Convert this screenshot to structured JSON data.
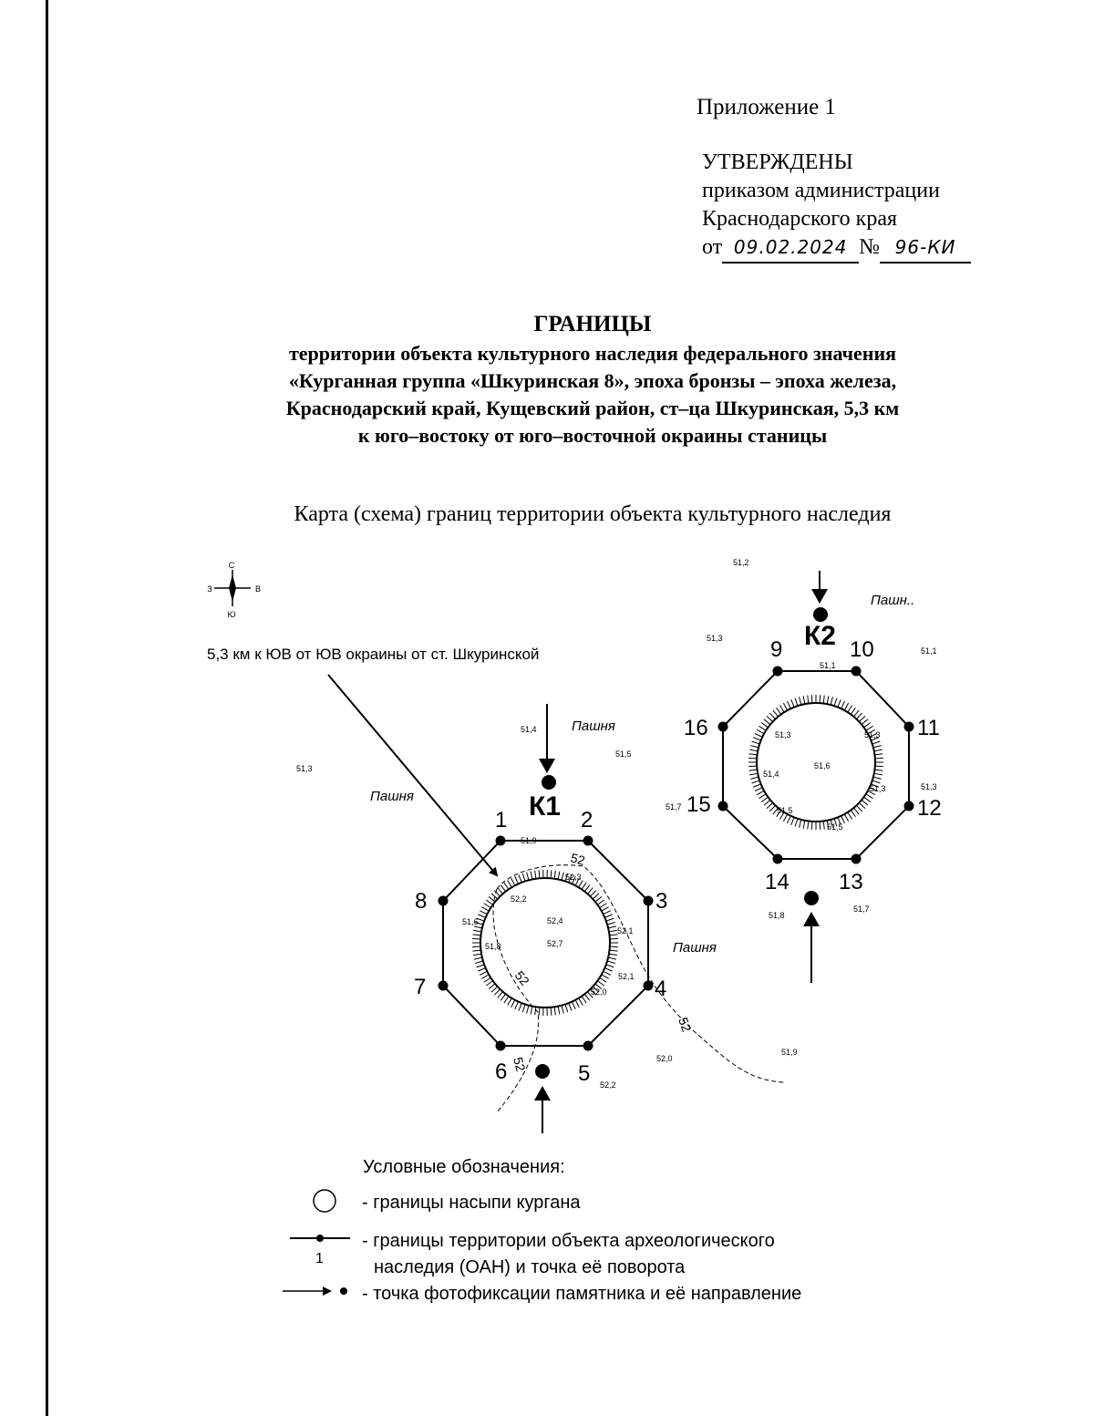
{
  "header": {
    "appendix": "Приложение 1",
    "approved_title": "УТВЕРЖДЕНЫ",
    "approved_line1": "приказом администрации",
    "approved_line2": "Краснодарского края",
    "date_prefix": "от",
    "date_value": "09.02.2024",
    "number_prefix": "№",
    "number_value": "96-КИ"
  },
  "title": "ГРАНИЦЫ",
  "subtitle_lines": [
    "территории объекта культурного наследия федерального значения",
    "«Курганная группа «Шкуринская 8», эпоха бронзы – эпоха железа,",
    "Краснодарский край, Кущевский район, ст–ца Шкуринская, 5,3 км",
    "к юго–востоку от юго–восточной окраины станицы"
  ],
  "map_caption": "Карта (схема) границ территории объекта культурного наследия",
  "map": {
    "compass": {
      "n": "С",
      "s": "Ю",
      "w": "З",
      "e": "В"
    },
    "location_note": "5,3 км к ЮВ от ЮВ окраины от ст. Шкуринской",
    "kurgan1_label": "К1",
    "kurgan2_label": "К2",
    "field_label": "Пашня",
    "field_label_cut": "Пашн..",
    "contour_label": "52",
    "points": [
      "1",
      "2",
      "3",
      "4",
      "5",
      "6",
      "7",
      "8",
      "9",
      "10",
      "11",
      "12",
      "13",
      "14",
      "15",
      "16"
    ],
    "elevations": [
      "51,2",
      "51,3",
      "51,1",
      "51,4",
      "51,5",
      "51,3",
      "51,7",
      "51,9",
      "52,2",
      "52,4",
      "52,7",
      "52,1",
      "52,1",
      "52,0",
      "51,8",
      "51,6",
      "52,0",
      "52,2",
      "51,9",
      "51,3",
      "51,6",
      "51,4",
      "51,3",
      "51,3",
      "51,5",
      "51,3",
      "51,8",
      "51,7",
      "51,1",
      "52,3",
      "51,5"
    ]
  },
  "legend": {
    "title": "Условные обозначения:",
    "mound": "- границы насыпи кургана",
    "boundary_line1": "- границы территории объекта археологического",
    "boundary_line2": "наследия (ОАН) и точка её поворота",
    "boundary_sample_number": "1",
    "photo": "- точка фотофиксации памятника и её направление"
  }
}
